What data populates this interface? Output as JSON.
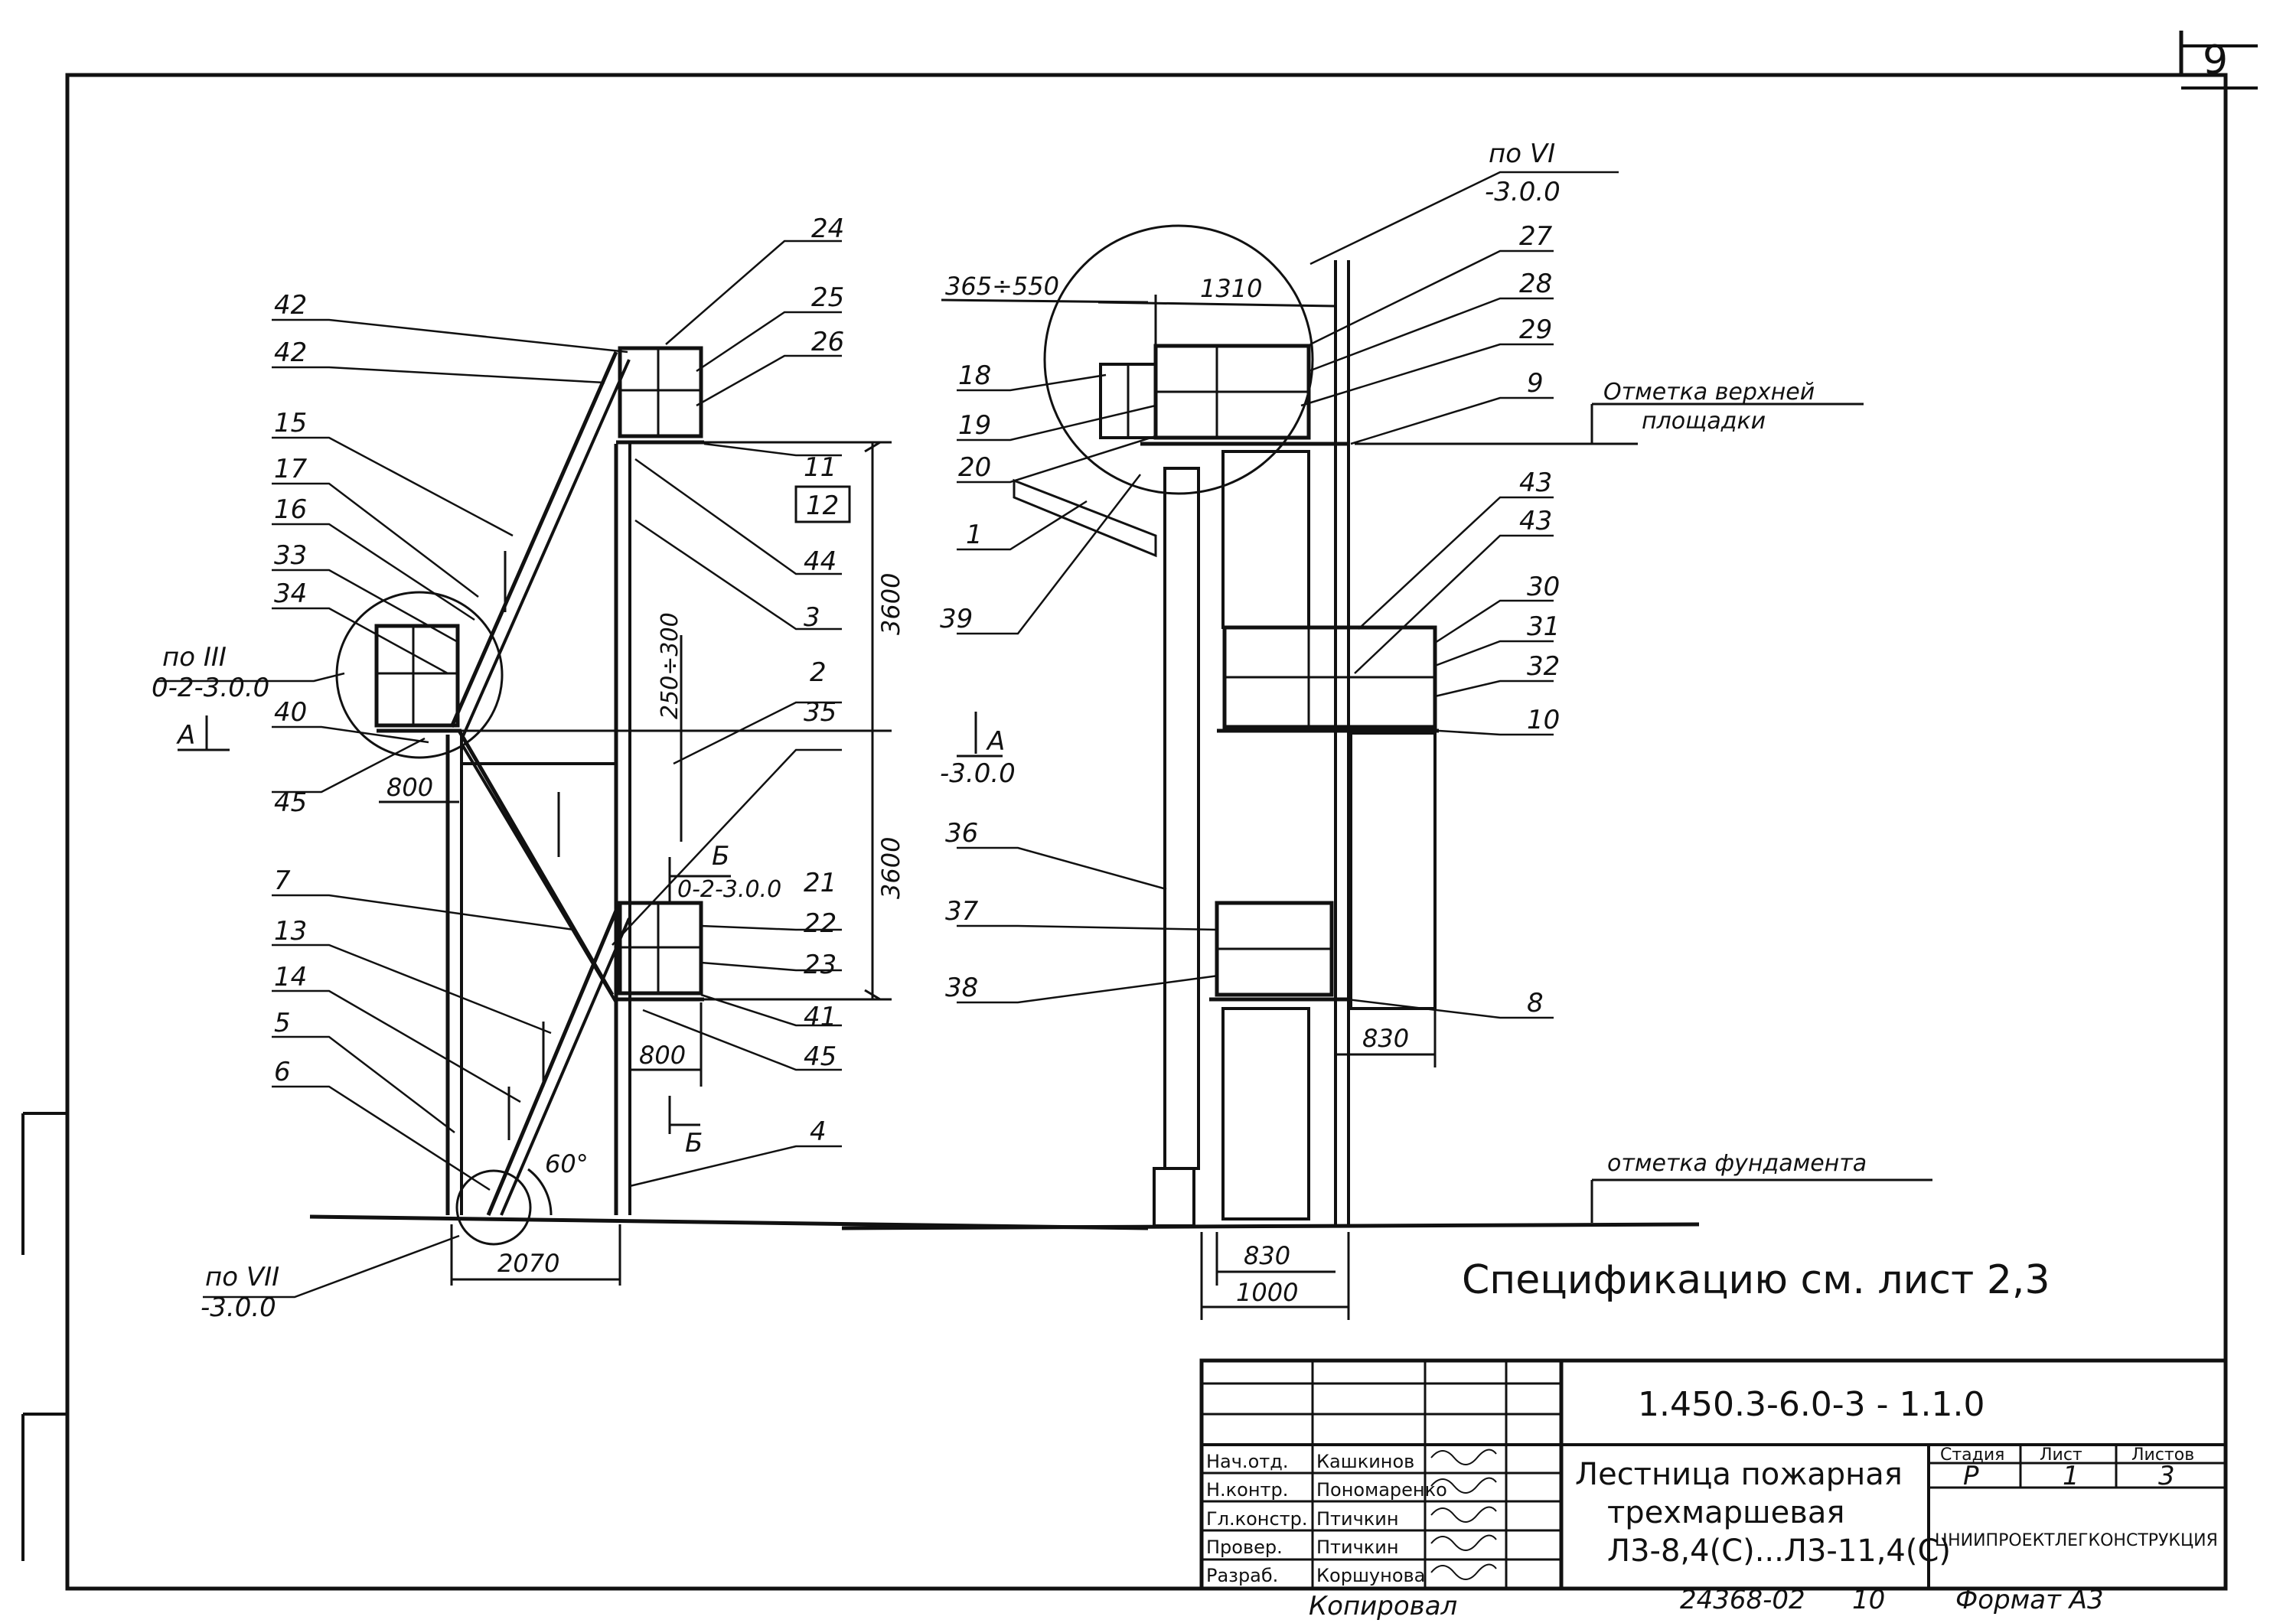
{
  "sheet": {
    "page_number": "9",
    "spec_note": "Спецификацию см. лист 2,3",
    "copied_by": "Копировал",
    "inventory_no": "24368-02",
    "inventory_sheet": "10",
    "format": "Формат А3"
  },
  "title_block": {
    "designation": "1.450.3-6.0-3 - 1.1.0",
    "title_line1": "Лестница пожарная",
    "title_line2": "трехмаршевая",
    "title_line3": "Л3-8,4(С)...Л3-11,4(С)",
    "stage_label": "Стадия",
    "sheet_label": "Лист",
    "sheets_label": "Листов",
    "stage": "Р",
    "sheet": "1",
    "sheets": "3",
    "organization": "ЦНИИПРОЕКТЛЕГКОНСТРУКЦИЯ",
    "signers": [
      {
        "role": "Нач.отд.",
        "name": "Кашкинов"
      },
      {
        "role": "Н.контр.",
        "name": "Пономаренко"
      },
      {
        "role": "Гл.констр.",
        "name": "Птичкин"
      },
      {
        "role": "Провер.",
        "name": "Птичкин"
      },
      {
        "role": "Разраб.",
        "name": "Коршунова"
      }
    ]
  },
  "left_view": {
    "refs": {
      "r24": "24",
      "r25": "25",
      "r26": "26",
      "r42a": "42",
      "r42b": "42",
      "r15": "15",
      "r17": "17",
      "r16": "16",
      "r33": "33",
      "r34": "34",
      "r40": "40",
      "r45a": "45",
      "r11": "11",
      "r12": "12",
      "r44": "44",
      "r3": "3",
      "r2": "2",
      "r35": "35",
      "r7": "7",
      "r21": "21",
      "r22": "22",
      "r23": "23",
      "r41": "41",
      "r45b": "45",
      "r13": "13",
      "r14": "14",
      "r5": "5",
      "r6": "6",
      "r4": "4"
    },
    "dims": {
      "platform_left": "800",
      "platform_right": "800",
      "base_width": "2070",
      "step_height_upper": "3600",
      "step_height_lower": "3600",
      "gap": "250÷300",
      "angle": "60°"
    },
    "callouts": {
      "detail_III": "по III",
      "detail_III_sheet": "0-2-3.0.0",
      "detail_VII": "по VII",
      "detail_VII_sheet": "-3.0.0",
      "section_A": "А",
      "section_B_top": "Б",
      "section_B_sheet": "0-2-3.0.0",
      "section_B_bottom": "Б"
    }
  },
  "right_view": {
    "refs": {
      "r27": "27",
      "r28": "28",
      "r29": "29",
      "r9": "9",
      "r18": "18",
      "r19": "19",
      "r20": "20",
      "r1": "1",
      "r39": "39",
      "r43a": "43",
      "r43b": "43",
      "r30": "30",
      "r31": "31",
      "r32": "32",
      "r10": "10",
      "r36": "36",
      "r37": "37",
      "r38": "38",
      "r8": "8"
    },
    "dims": {
      "range": "365÷550",
      "width_top": "1310",
      "width_mid": "830",
      "width_base": "830",
      "width_total": "1000"
    },
    "callouts": {
      "detail_VI": "по VI",
      "detail_VI_sheet": "-3.0.0",
      "section_A": "А",
      "section_A_sheet": "-3.0.0",
      "top_level_1": "Отметка верхней",
      "top_level_2": "площадки",
      "foundation_level": "отметка фундамента"
    }
  }
}
